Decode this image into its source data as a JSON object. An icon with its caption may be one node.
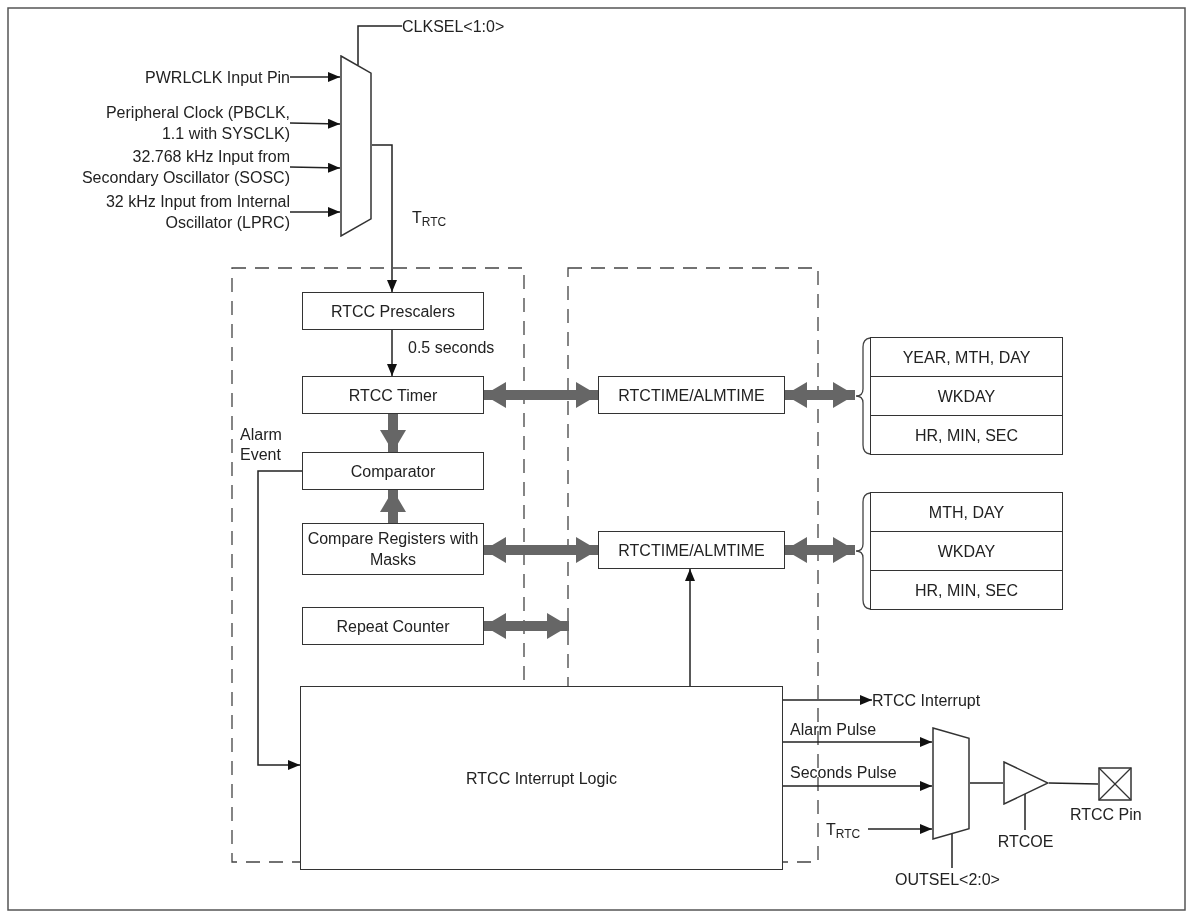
{
  "diagram": {
    "nodes": [
      {
        "text": [
          "PWRLCLK Input Pin"
        ]
      },
      {
        "text": [
          "Peripheral Clock (PBCLK, 1.1 with SYSCLK)"
        ]
      },
      {
        "text": [
          "32.768 kHz Input from Secondary Oscillator (SOSC)"
        ]
      },
      {
        "text": [
          "32 kHz Input from Internal Oscillator (LPRC)"
        ]
      },
      {
        "text": [],
        "shape": "trapezoid"
      },
      {
        "text": [
          "CLKSEL<1:0>"
        ]
      },
      {
        "text": [
          "RTCC Prescalers"
        ]
      },
      {
        "text": [
          "RTCC Timer"
        ]
      },
      {
        "text": [
          "Comparator"
        ]
      },
      {
        "text": [
          "Compare Registers with Masks"
        ]
      },
      {
        "text": [
          "Repeat Counter"
        ]
      },
      {
        "text": [
          "RTCTIME/ALMTIME"
        ]
      },
      {
        "text": [
          "RTCTIME/ALMTIME"
        ]
      },
      {
        "text": [],
        "shape": "box"
      },
      {
        "text": [
          "YEAR, MTH, DAY"
        ],
        "in": 13
      },
      {
        "text": [
          "WKDAY"
        ],
        "in": 13
      },
      {
        "text": [
          "HR, MIN, SEC"
        ],
        "in": 13
      },
      {
        "text": [],
        "shape": "box"
      },
      {
        "text": [
          "MTH, DAY"
        ],
        "in": 17
      },
      {
        "text": [
          "WKDAY"
        ],
        "in": 17
      },
      {
        "text": [
          "HR, MIN, SEC"
        ],
        "in": 17
      },
      {
        "text": [
          "RTCC Interrupt Logic"
        ]
      },
      {
        "text": [
          "RTCC Interrupt"
        ]
      },
      {
        "text": [],
        "shape": "trapezoid"
      },
      {
        "text": [
          "T$_{RTC}$"
        ]
      },
      {
        "text": [],
        "shape": "triangle"
      },
      {
        "text": [],
        "shape": "box",
        "beside": [
          "RTCC Pin"
        ]
      },
      {
        "text": [
          "RTCOE"
        ]
      },
      {
        "text": [
          "OUTSEL<2:0>"
        ]
      }
    ],
    "edges": [
      {
        "from": 0,
        "to": 4,
        "arrow": "to"
      },
      {
        "from": 1,
        "to": 4,
        "arrow": "to"
      },
      {
        "from": 2,
        "to": 4,
        "arrow": "to"
      },
      {
        "from": 3,
        "to": 4,
        "arrow": "to"
      },
      {
        "from": 5,
        "to": 4,
        "arrow": "none"
      },
      {
        "from": 4,
        "to": 6,
        "arrow": "to",
        "label": "T$_{RTC}$"
      },
      {
        "from": 6,
        "to": 7,
        "arrow": "to",
        "label": "0.5 seconds"
      },
      {
        "from": 7,
        "to": 11,
        "arrow": "both",
        "style": "thick",
        "color": "#666666"
      },
      {
        "from": 7,
        "to": 8,
        "arrow": "to",
        "style": "thick",
        "color": "#666666"
      },
      {
        "from": 9,
        "to": 8,
        "arrow": "to",
        "style": "thick",
        "color": "#666666"
      },
      {
        "from": 9,
        "to": 12,
        "arrow": "both",
        "style": "thick",
        "color": "#666666"
      },
      {
        "from": 10,
        "to": null,
        "arrow": "both",
        "style": "thick",
        "color": "#666666"
      },
      {
        "from": 11,
        "to": 13,
        "arrow": "both",
        "style": "thick",
        "color": "#666666"
      },
      {
        "from": 12,
        "to": 17,
        "arrow": "both",
        "style": "thick",
        "color": "#666666"
      },
      {
        "from": 8,
        "to": 21,
        "arrow": "to",
        "label": "Alarm Event"
      },
      {
        "from": 21,
        "to": 12,
        "arrow": "to"
      },
      {
        "from": 21,
        "to": 22,
        "arrow": "to"
      },
      {
        "from": 21,
        "to": 23,
        "arrow": "to",
        "label": "Alarm Pulse"
      },
      {
        "from": 21,
        "to": 23,
        "arrow": "to",
        "label": "Seconds Pulse"
      },
      {
        "from": 24,
        "to": 23,
        "arrow": "to"
      },
      {
        "from": 23,
        "to": 25,
        "arrow": "none"
      },
      {
        "from": 25,
        "to": 26,
        "arrow": "none"
      },
      {
        "from": 27,
        "to": 25,
        "arrow": "none"
      },
      {
        "from": 28,
        "to": 23,
        "arrow": "none"
      }
    ]
  }
}
